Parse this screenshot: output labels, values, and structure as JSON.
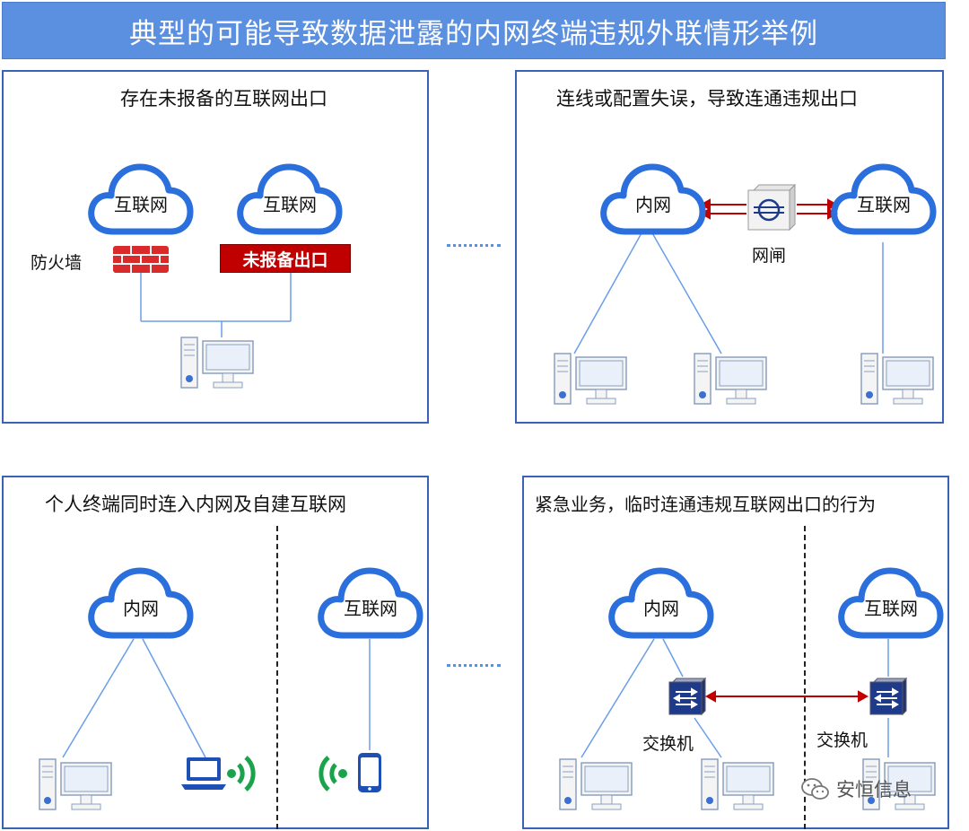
{
  "title": "典型的可能导致数据泄露的内网终端违规外联情形举例",
  "panels": {
    "p1": {
      "title": "存在未报备的互联网出口",
      "cloud_left": "互联网",
      "cloud_right": "互联网",
      "firewall_label": "防火墙",
      "exit_label": "未报备出口"
    },
    "p2": {
      "title": "连线或配置失误，导致连通违规出口",
      "cloud_left": "内网",
      "cloud_right": "互联网",
      "gateway_label": "网闸"
    },
    "p3": {
      "title": "个人终端同时连入内网及自建互联网",
      "cloud_left": "内网",
      "cloud_right": "互联网"
    },
    "p4": {
      "title": "紧急业务，临时连通违规互联网出口的行为",
      "cloud_left": "内网",
      "cloud_right": "互联网",
      "switch_left_label": "交换机",
      "switch_right_label": "交换机"
    }
  },
  "watermark": "安恒信息",
  "colors": {
    "title_bg": "#5b8fe0",
    "panel_border": "#3a63b8",
    "cloud": "#2a6fdc",
    "line": "#6a9ee8",
    "red": "#c00000",
    "green": "#1aa34a",
    "navy": "#1e3a8a"
  },
  "icons": [
    "cloud-icon",
    "firewall-icon",
    "desktop-pc-icon",
    "gateway-icon",
    "switch-icon",
    "laptop-icon",
    "phone-icon",
    "wifi-icon",
    "wechat-icon"
  ]
}
